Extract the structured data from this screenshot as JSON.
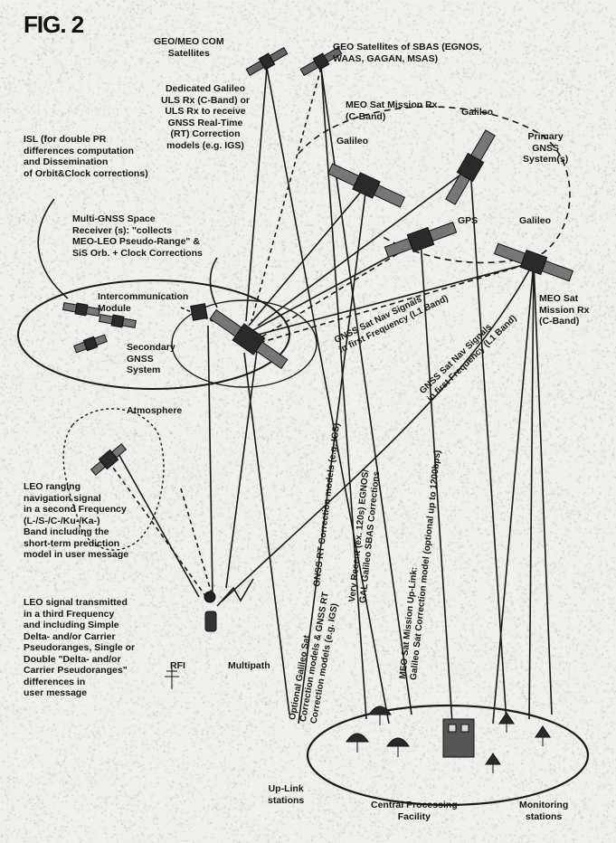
{
  "figure": {
    "title": "FIG. 2"
  },
  "labels": {
    "geo_meo_com": "GEO/MEO COM\nSatellites",
    "geo_sbas": "GEO Satellites of SBAS (EGNOS,\nWAAS, GAGAN, MSAS)",
    "dedicated_galileo": "Dedicated Galileo\nULS Rx (C-Band) or\nULS Rx to receive\nGNSS Real-Time\n(RT) Correction\nmodels (e.g. IGS)",
    "isl": "ISL (for double PR\ndifferences computation\nand Dissemination\nof Orbit&Clock corrections)",
    "meo_mission_rx_top": "MEO Sat Mission Rx\n(C-Band)",
    "galileo_1": "Galileo",
    "galileo_2": "Galileo",
    "galileo_3": "Galileo",
    "primary_gnss": "Primary\nGNSS\nSystem(s)",
    "multi_gnss": "Multi-GNSS Space\nReceiver (s): \"collects\nMEO-LEO Pseudo-Range\" &\nSiS Orb. + Clock Corrections",
    "gps": "GPS",
    "intercom": "Intercommunication\nModule",
    "secondary_gnss": "Secondary\nGNSS\nSystem",
    "atmosphere": "Atmosphere",
    "meo_mission_rx_right": "MEO Sat\nMission Rx\n(C-Band)",
    "leo_ranging": "LEO ranging\nnavigation signal\nin a second Frequency\n(L-/S-/C-/Ku-/Ka-)\nBand including the\nshort-term prediction\nmodel in user message",
    "leo_signal": "LEO signal transmitted\nin a third Frequency\nand including Simple\nDelta- and/or Carrier\nPseudoranges, Single or\nDouble \"Delta- and/or\nCarrier Pseudoranges\"\ndifferences in\nuser message",
    "rfi": "RFI",
    "multipath": "Multipath",
    "uplink_stations": "Up-Link\nstations",
    "central_processing": "Central Processing\nFacility",
    "monitoring_stations": "Monitoring\nstations",
    "gnss_nav_1": "GNSS Sat Nav Signals\nin first Frequency (L1 Band)",
    "gnss_nav_2": "GNSS Sat Nav Signals\nin first Frequency (L1 Band)",
    "meo_uplink": "MEO Sat Mission Up-Link:\nGalileo Sat Correction model (optional up to 1200bps)",
    "very_recent": "Very Recent (ex. 120s) EGNOS/\nGAL Galileo SBAS Corrections",
    "gnss_rt": "GNSS RT Correction models (e.g. IGS)",
    "optional_galileo": "Optional Galileo Sat\nCorrection models & GNSS RT\nCorrection models (e.g. IGS)"
  },
  "colors": {
    "ink": "#161616",
    "paper": "#efefeb"
  },
  "icons": [
    "satellite-icon",
    "antenna-dish-icon",
    "building-icon",
    "user-receiver-icon",
    "rfi-antenna-icon"
  ]
}
